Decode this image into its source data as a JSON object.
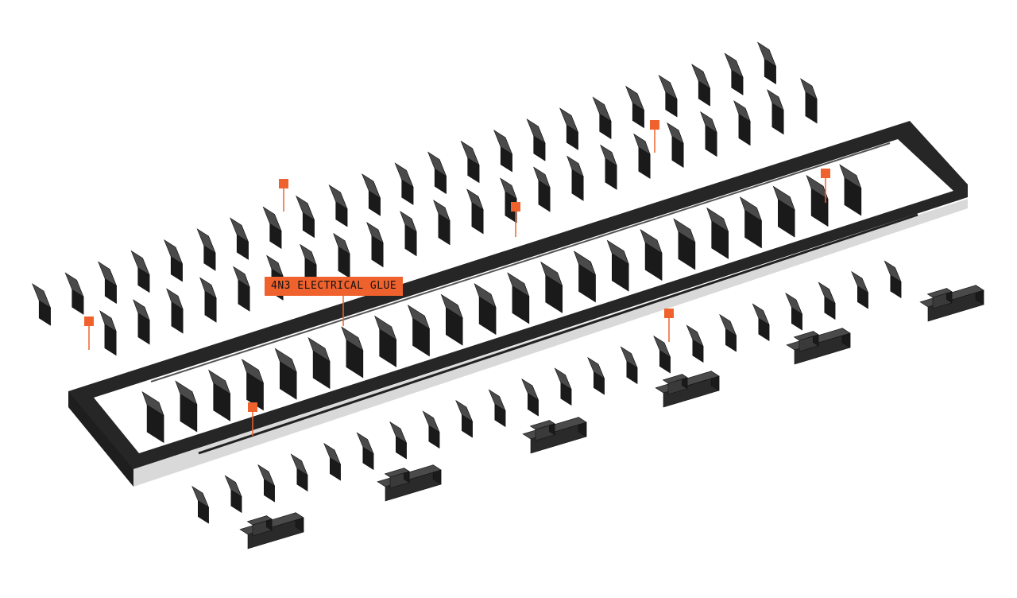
{
  "callout": {
    "label": "4N3 ELECTRICAL GLUE"
  },
  "colors": {
    "accent": "#f0622d",
    "block": "#2b2b2b",
    "block_top": "#4a4a4a",
    "frame_top": "#262626",
    "frame_side": "#d9d9d9"
  },
  "markers": [
    {
      "name": "marker-top-left"
    },
    {
      "name": "marker-top-center"
    },
    {
      "name": "marker-top-right"
    },
    {
      "name": "marker-far-right"
    },
    {
      "name": "marker-left"
    },
    {
      "name": "marker-front-right"
    },
    {
      "name": "marker-front-left"
    }
  ]
}
